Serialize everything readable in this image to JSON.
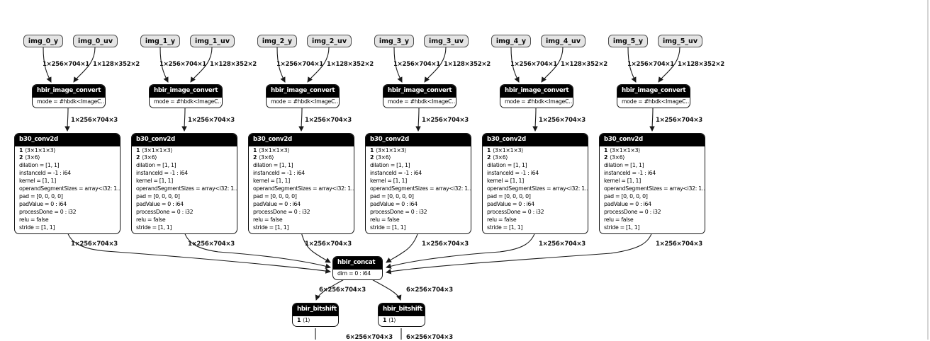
{
  "canvas": {
    "background": "#ffffff",
    "edge_color": "#1a1a1a",
    "node_header_bg": "#000000",
    "node_header_text": "#ffffff",
    "input_node_bg": "#e4e4e4",
    "input_node_border": "#4d4d4d"
  },
  "groups": [
    {
      "y_label": "img_0_y",
      "uv_label": "img_0_uv"
    },
    {
      "y_label": "img_1_y",
      "uv_label": "img_1_uv"
    },
    {
      "y_label": "img_2_y",
      "uv_label": "img_2_uv"
    },
    {
      "y_label": "img_3_y",
      "uv_label": "img_3_uv"
    },
    {
      "y_label": "img_4_y",
      "uv_label": "img_4_uv"
    },
    {
      "y_label": "img_5_y",
      "uv_label": "img_5_uv"
    }
  ],
  "shared": {
    "convert": {
      "title": "hbir_image_convert",
      "attr": "mode = #hbdk<ImageC…"
    },
    "conv2d": {
      "title": "b30_conv2d",
      "attrs": [
        {
          "b": "1",
          "t": "⟨3×1×1×3⟩"
        },
        {
          "b": "2",
          "t": "⟨3×6⟩"
        },
        {
          "t": "dilation = [1, 1]"
        },
        {
          "t": "instanceId = -1 : i64"
        },
        {
          "t": "kernel = [1, 1]"
        },
        {
          "t": "operandSegmentSizes = array<i32: 1…"
        },
        {
          "t": "pad = [0, 0, 0, 0]"
        },
        {
          "t": "padValue = 0 : i64"
        },
        {
          "t": "processDone = 0 : i32"
        },
        {
          "t": "relu = false"
        },
        {
          "t": "stride = [1, 1]"
        }
      ]
    },
    "edge_labels": {
      "y_shape": "1×256×704×1",
      "uv_shape": "1×128×352×2",
      "rgb_shape": "1×256×704×3",
      "conv_out": "1×256×704×3"
    }
  },
  "concat": {
    "title": "hbir_concat",
    "attr": "dim = 0 : i64",
    "out_left": "6×256×704×3",
    "out_right": "6×256×704×3"
  },
  "bitshift": {
    "title": "hbir_bitshift",
    "attr_b": "1",
    "attr_t": "⟨1⟩",
    "out_left": "6×256×704×3",
    "out_right": "6×256×704×3"
  }
}
